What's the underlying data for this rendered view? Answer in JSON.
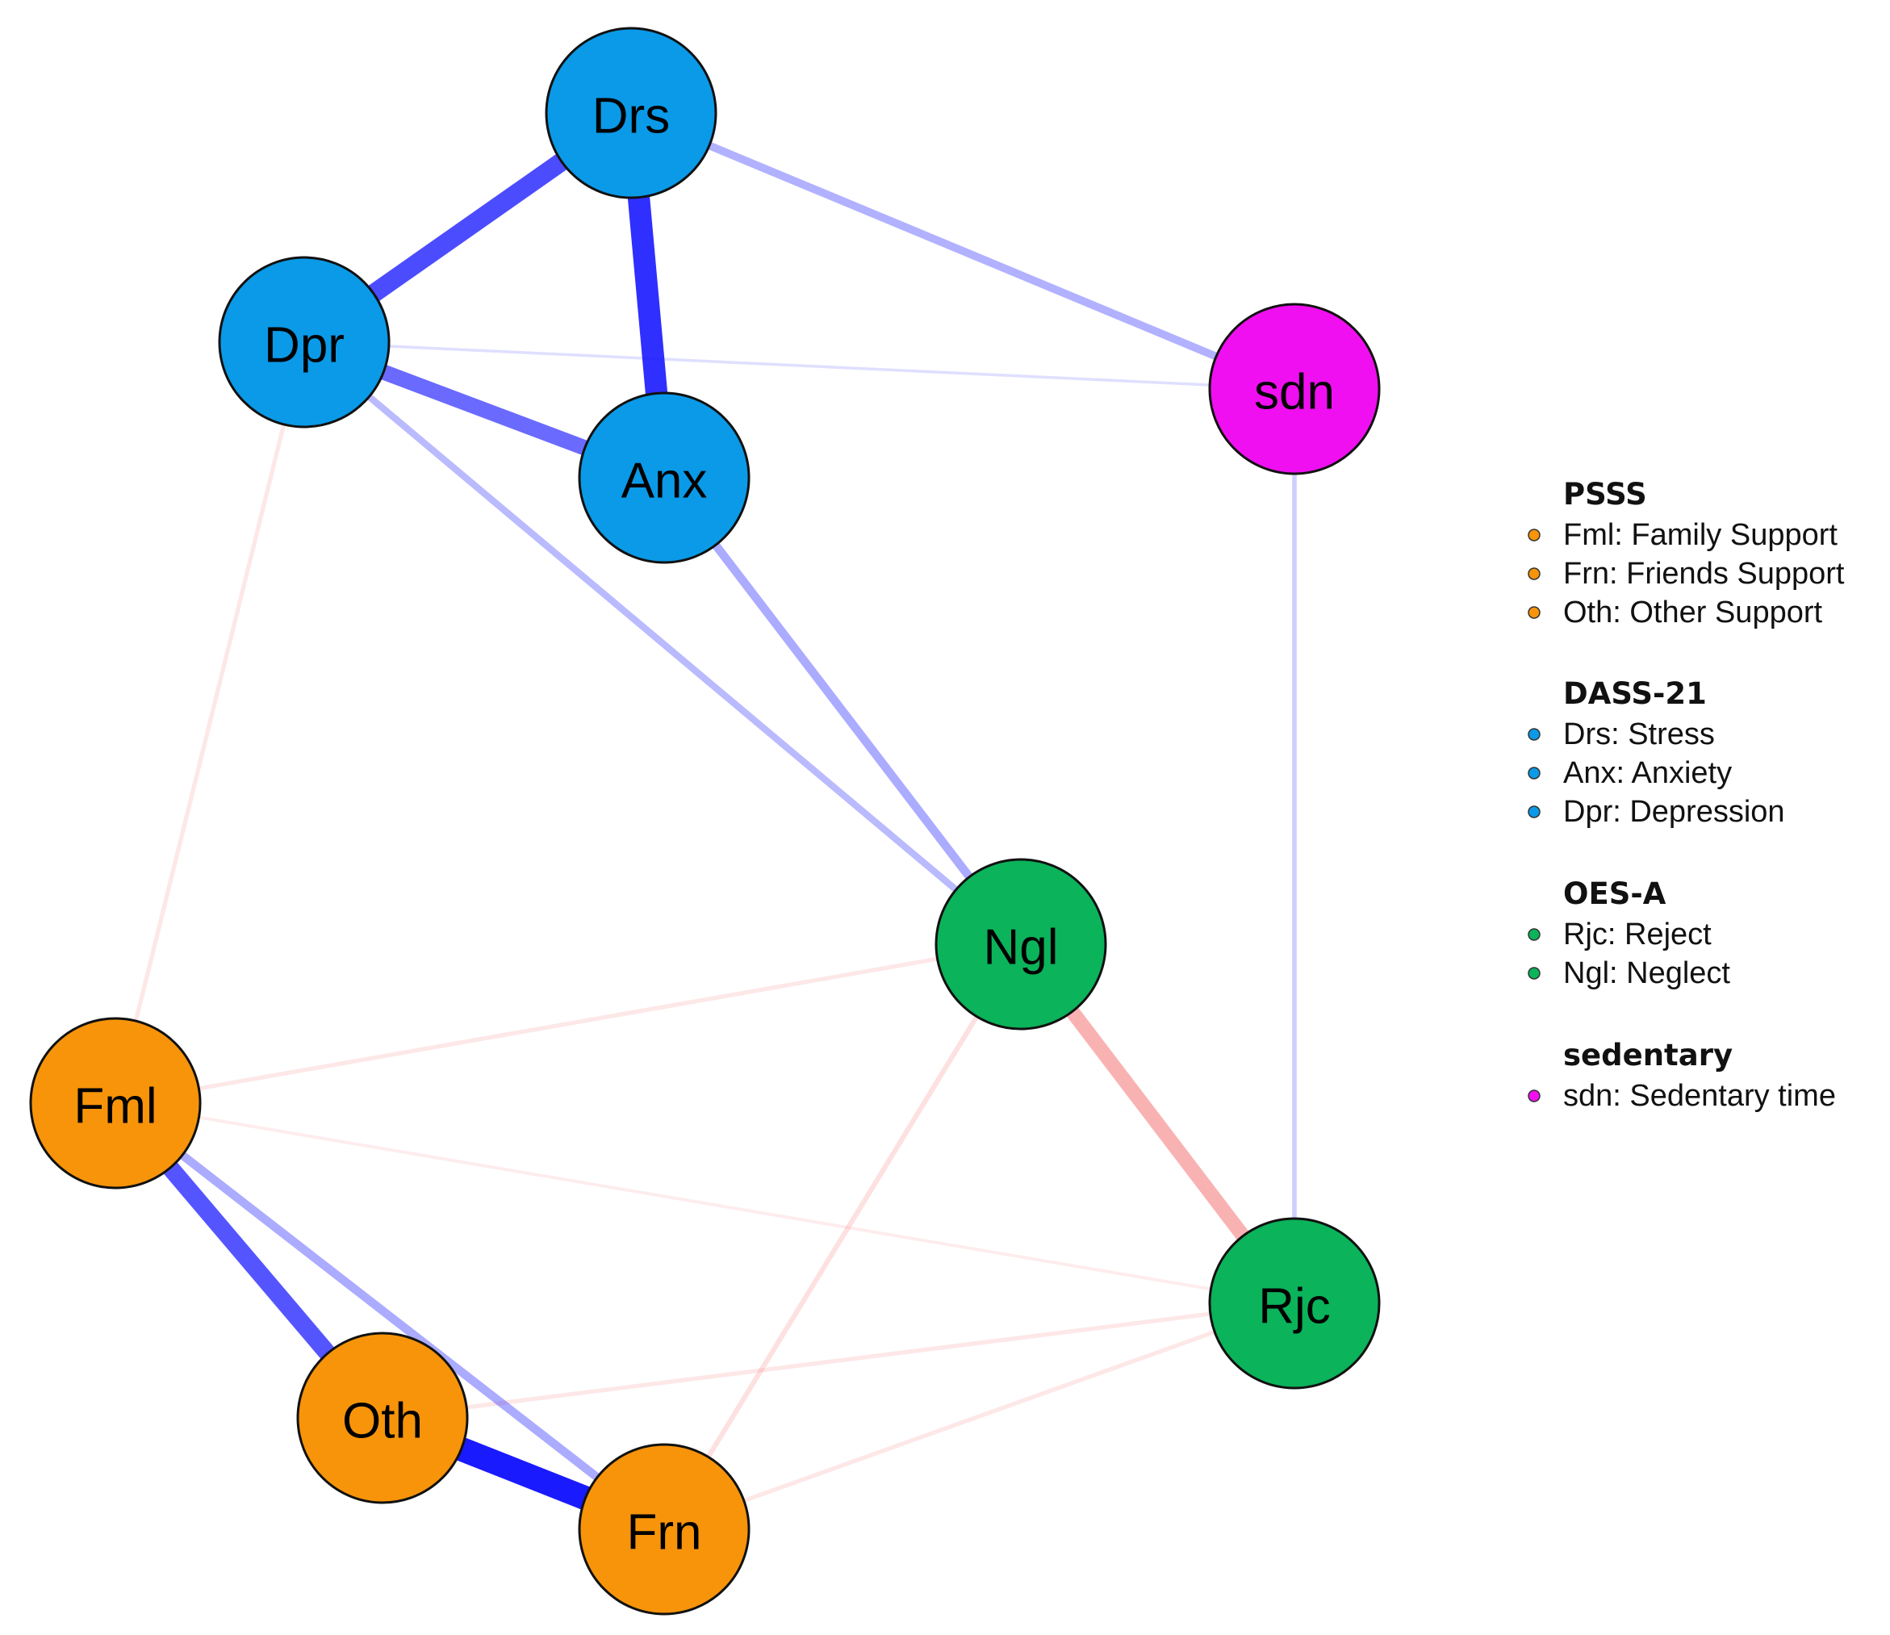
{
  "nodes": [
    {
      "id": "Drs",
      "label": "Drs",
      "group": "DASS-21"
    },
    {
      "id": "Dpr",
      "label": "Dpr",
      "group": "DASS-21"
    },
    {
      "id": "Anx",
      "label": "Anx",
      "group": "DASS-21"
    },
    {
      "id": "sdn",
      "label": "sdn",
      "group": "sedentary"
    },
    {
      "id": "Ngl",
      "label": "Ngl",
      "group": "OES-A"
    },
    {
      "id": "Rjc",
      "label": "Rjc",
      "group": "OES-A"
    },
    {
      "id": "Fml",
      "label": "Fml",
      "group": "PSSS"
    },
    {
      "id": "Oth",
      "label": "Oth",
      "group": "PSSS"
    },
    {
      "id": "Frn",
      "label": "Frn",
      "group": "PSSS"
    }
  ],
  "edges": [
    {
      "from": "Drs",
      "to": "Dpr",
      "sign": "positive",
      "strength": 0.75
    },
    {
      "from": "Drs",
      "to": "Anx",
      "sign": "positive",
      "strength": 0.9
    },
    {
      "from": "Dpr",
      "to": "Anx",
      "sign": "positive",
      "strength": 0.6
    },
    {
      "from": "Drs",
      "to": "sdn",
      "sign": "positive",
      "strength": 0.25
    },
    {
      "from": "Dpr",
      "to": "sdn",
      "sign": "positive",
      "strength": 0.02
    },
    {
      "from": "Dpr",
      "to": "Ngl",
      "sign": "positive",
      "strength": 0.2
    },
    {
      "from": "Anx",
      "to": "Ngl",
      "sign": "positive",
      "strength": 0.28
    },
    {
      "from": "Dpr",
      "to": "Fml",
      "sign": "negative",
      "strength": 0.08
    },
    {
      "from": "sdn",
      "to": "Rjc",
      "sign": "positive",
      "strength": 0.1
    },
    {
      "from": "Ngl",
      "to": "Rjc",
      "sign": "negative",
      "strength": 0.55
    },
    {
      "from": "Ngl",
      "to": "Fml",
      "sign": "negative",
      "strength": 0.08
    },
    {
      "from": "Ngl",
      "to": "Frn",
      "sign": "negative",
      "strength": 0.12
    },
    {
      "from": "Fml",
      "to": "Rjc",
      "sign": "negative",
      "strength": 0.03
    },
    {
      "from": "Oth",
      "to": "Rjc",
      "sign": "negative",
      "strength": 0.08
    },
    {
      "from": "Frn",
      "to": "Rjc",
      "sign": "negative",
      "strength": 0.08
    },
    {
      "from": "Fml",
      "to": "Oth",
      "sign": "positive",
      "strength": 0.7
    },
    {
      "from": "Fml",
      "to": "Frn",
      "sign": "positive",
      "strength": 0.28
    },
    {
      "from": "Oth",
      "to": "Frn",
      "sign": "positive",
      "strength": 1.0
    }
  ],
  "legend": {
    "groups": [
      {
        "title": "PSSS",
        "color": "#f7940a",
        "items": [
          "Fml: Family Support",
          "Frn: Friends Support",
          "Oth: Other Support"
        ]
      },
      {
        "title": "DASS-21",
        "color": "#0a9ae8",
        "items": [
          "Drs: Stress",
          "Anx: Anxiety",
          "Dpr: Depression"
        ]
      },
      {
        "title": "OES-A",
        "color": "#0bb35a",
        "items": [
          "Rjc: Reject",
          "Ngl: Neglect"
        ]
      },
      {
        "title": "sedentary",
        "color": "#f00ff0",
        "items": [
          "sdn: Sedentary time"
        ]
      }
    ]
  },
  "colors": {
    "positive_edge": "#1a1aff",
    "negative_edge": "#f57f7f",
    "node_outline": "#111111"
  }
}
